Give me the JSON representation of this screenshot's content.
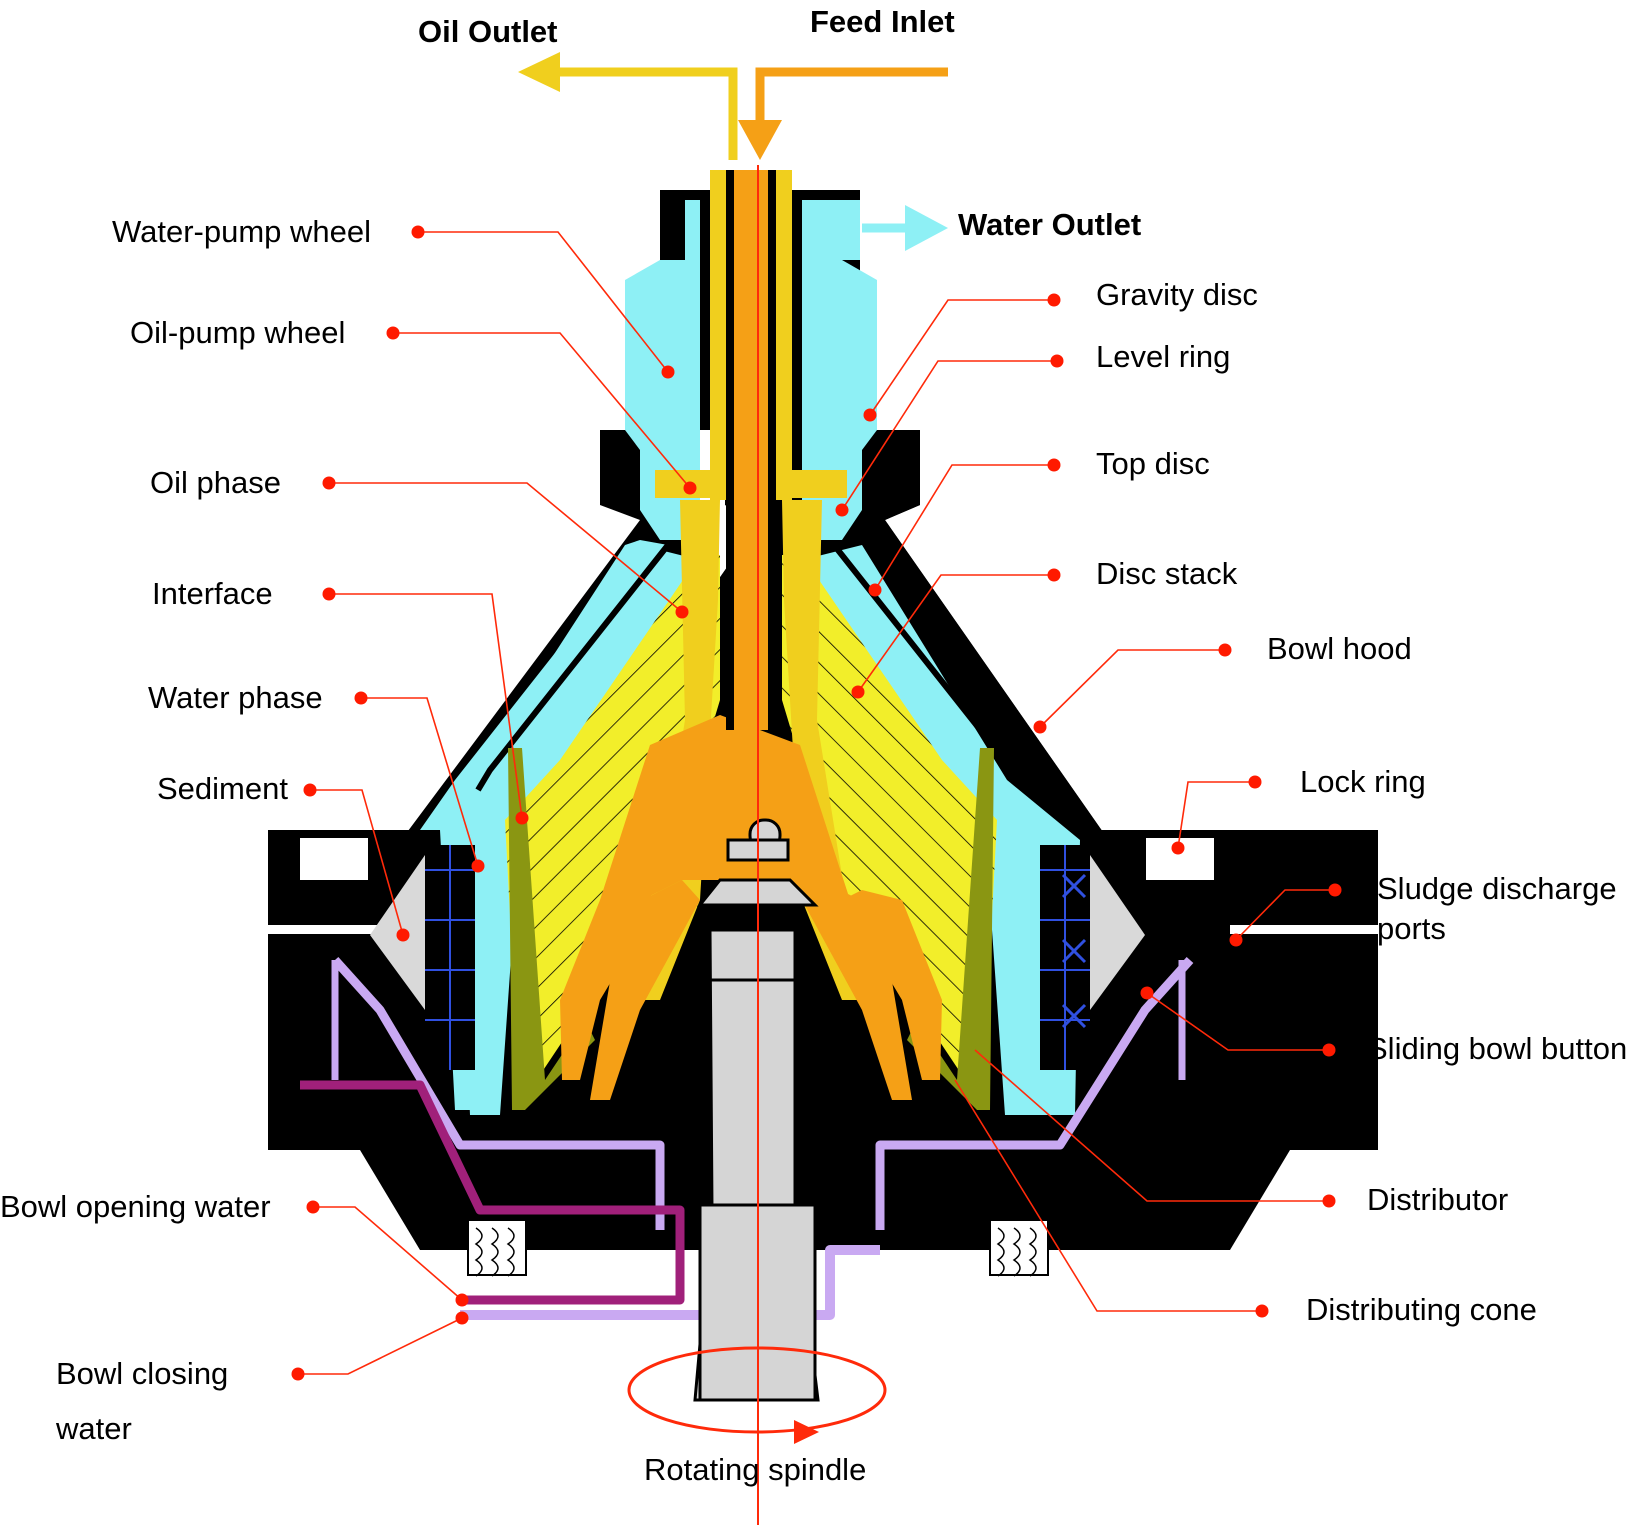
{
  "labels": {
    "oil_outlet": "Oil Outlet",
    "feed_inlet": "Feed Inlet",
    "water_outlet": "Water Outlet",
    "water_pump_wheel": "Water-pump wheel",
    "oil_pump_wheel": "Oil-pump wheel",
    "oil_phase": "Oil phase",
    "interface": "Interface",
    "water_phase": "Water phase",
    "sediment": "Sediment",
    "bowl_opening_water": "Bowl opening water",
    "bowl_closing_water_1": "Bowl closing",
    "bowl_closing_water_2": "water",
    "gravity_disc": "Gravity disc",
    "level_ring": "Level ring",
    "top_disc": "Top disc",
    "disc_stack": "Disc stack",
    "bowl_hood": "Bowl hood",
    "lock_ring": "Lock ring",
    "sludge_discharge_ports_1": "Sludge discharge",
    "sludge_discharge_ports_2": "ports",
    "sliding_bowl_button": "Sliding bowl button",
    "distributor": "Distributor",
    "distributing_cone": "Distributing cone",
    "rotating_spindle": "Rotating spindle"
  },
  "colors": {
    "oil": "#f0cf1e",
    "feed": "#f5a016",
    "water": "#8ef0f5",
    "body": "#000000",
    "leader": "#ff2a0a",
    "disc_stack": "#f2ee2a",
    "sediment": "#d9d9d9",
    "interface": "#8a9612",
    "hydraulic_closing": "#c9a9f2",
    "hydraulic_opening": "#a0207a",
    "spindle": "#d5d5d5",
    "distributor": "#f5a016"
  }
}
